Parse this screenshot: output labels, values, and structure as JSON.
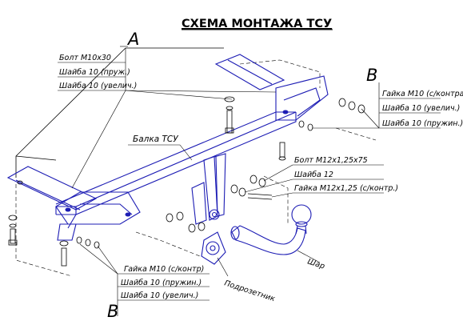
{
  "title": "СХЕМА МОНТАЖА ТСУ",
  "views": {
    "a": "A",
    "b_right": "B",
    "b_bottom": "B"
  },
  "labels": {
    "bolt_m10x30": "Болт М10х30",
    "washer10_spring_a": "Шайба 10 (пруж.)",
    "washer10_enlarged_a": "Шайба 10 (увелич.)",
    "beam": "Балка ТСУ",
    "nut_m10_contra_right": "Гайка М10 (с/контра)",
    "washer10_enlarged_right": "Шайба 10 (увелич.)",
    "washer10_spring_right": "Шайба 10 (пружин.)",
    "bolt_m12": "Болт М12х1,25х75",
    "washer12": "Шайба 12",
    "nut_m12_contra": "Гайка М12х1,25 (с/контр.)",
    "nut_m10_contra_bottom": "Гайка М10 (с/контр)",
    "washer10_spring_bottom": "Шайба 10 (пружин.)",
    "washer10_enlarged_bottom": "Шайба 10 (увелич.)",
    "ball": "Шар",
    "socket_bracket": "Подрозетник"
  },
  "colors": {
    "part_blue": "#1c1cb4",
    "line_black": "#000000"
  }
}
